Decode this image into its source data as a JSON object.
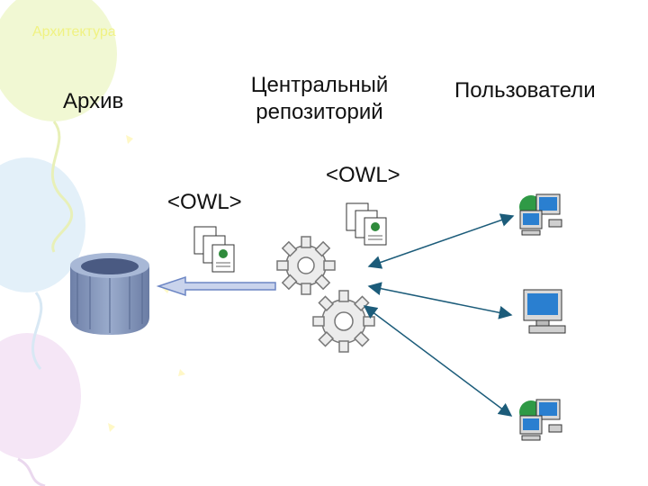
{
  "slide": {
    "faint_title": "Архитектура"
  },
  "diagram": {
    "archive_label": "Архив",
    "repository_label_line1": "Центральный",
    "repository_label_line2": "репозиторий",
    "users_label": "Пользователи",
    "owl_tag_left": "<OWL>",
    "owl_tag_right": "<OWL>"
  },
  "colors": {
    "archive_fill": "#8394b8",
    "arrow_fill": "#c9d3ec",
    "connector": "#1c5c7a",
    "gear": "#cfcfcf"
  },
  "icons": {
    "archive": "cylinder-database-icon",
    "documents": "owl-document-stack-icon",
    "gears": "gear-icon",
    "users": [
      "networked-computer-icon",
      "desktop-computer-icon",
      "networked-computer-icon"
    ]
  }
}
